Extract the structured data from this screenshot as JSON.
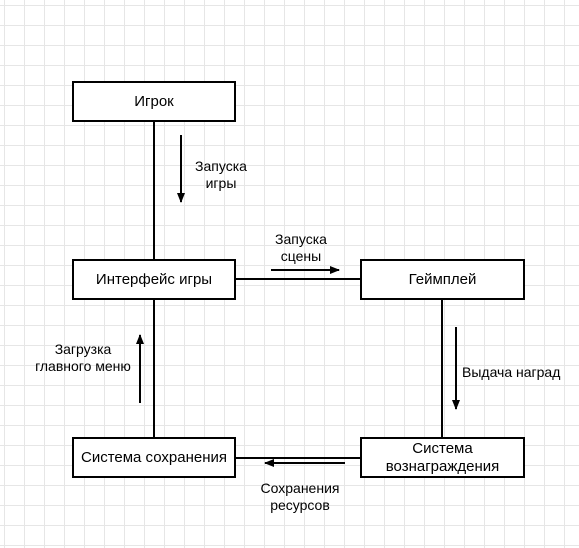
{
  "nodes": {
    "player": "Игрок",
    "game_interface": "Интерфейс игры",
    "gameplay": "Геймплей",
    "reward_system": [
      "Система",
      "вознаграждения"
    ],
    "save_system": "Система сохранения"
  },
  "edges": {
    "player_to_interface": [
      "Запуска",
      "игры"
    ],
    "interface_to_gameplay": [
      "Запуска",
      "сцены"
    ],
    "gameplay_to_reward": [
      "Выдача наград"
    ],
    "reward_to_save": [
      "Сохранения",
      "ресурсов"
    ],
    "save_to_interface": [
      "Загрузка",
      "главного меню"
    ]
  },
  "colors": {
    "line": "#000000",
    "box_fill": "#ffffff",
    "grid": "#e6e6e6"
  }
}
